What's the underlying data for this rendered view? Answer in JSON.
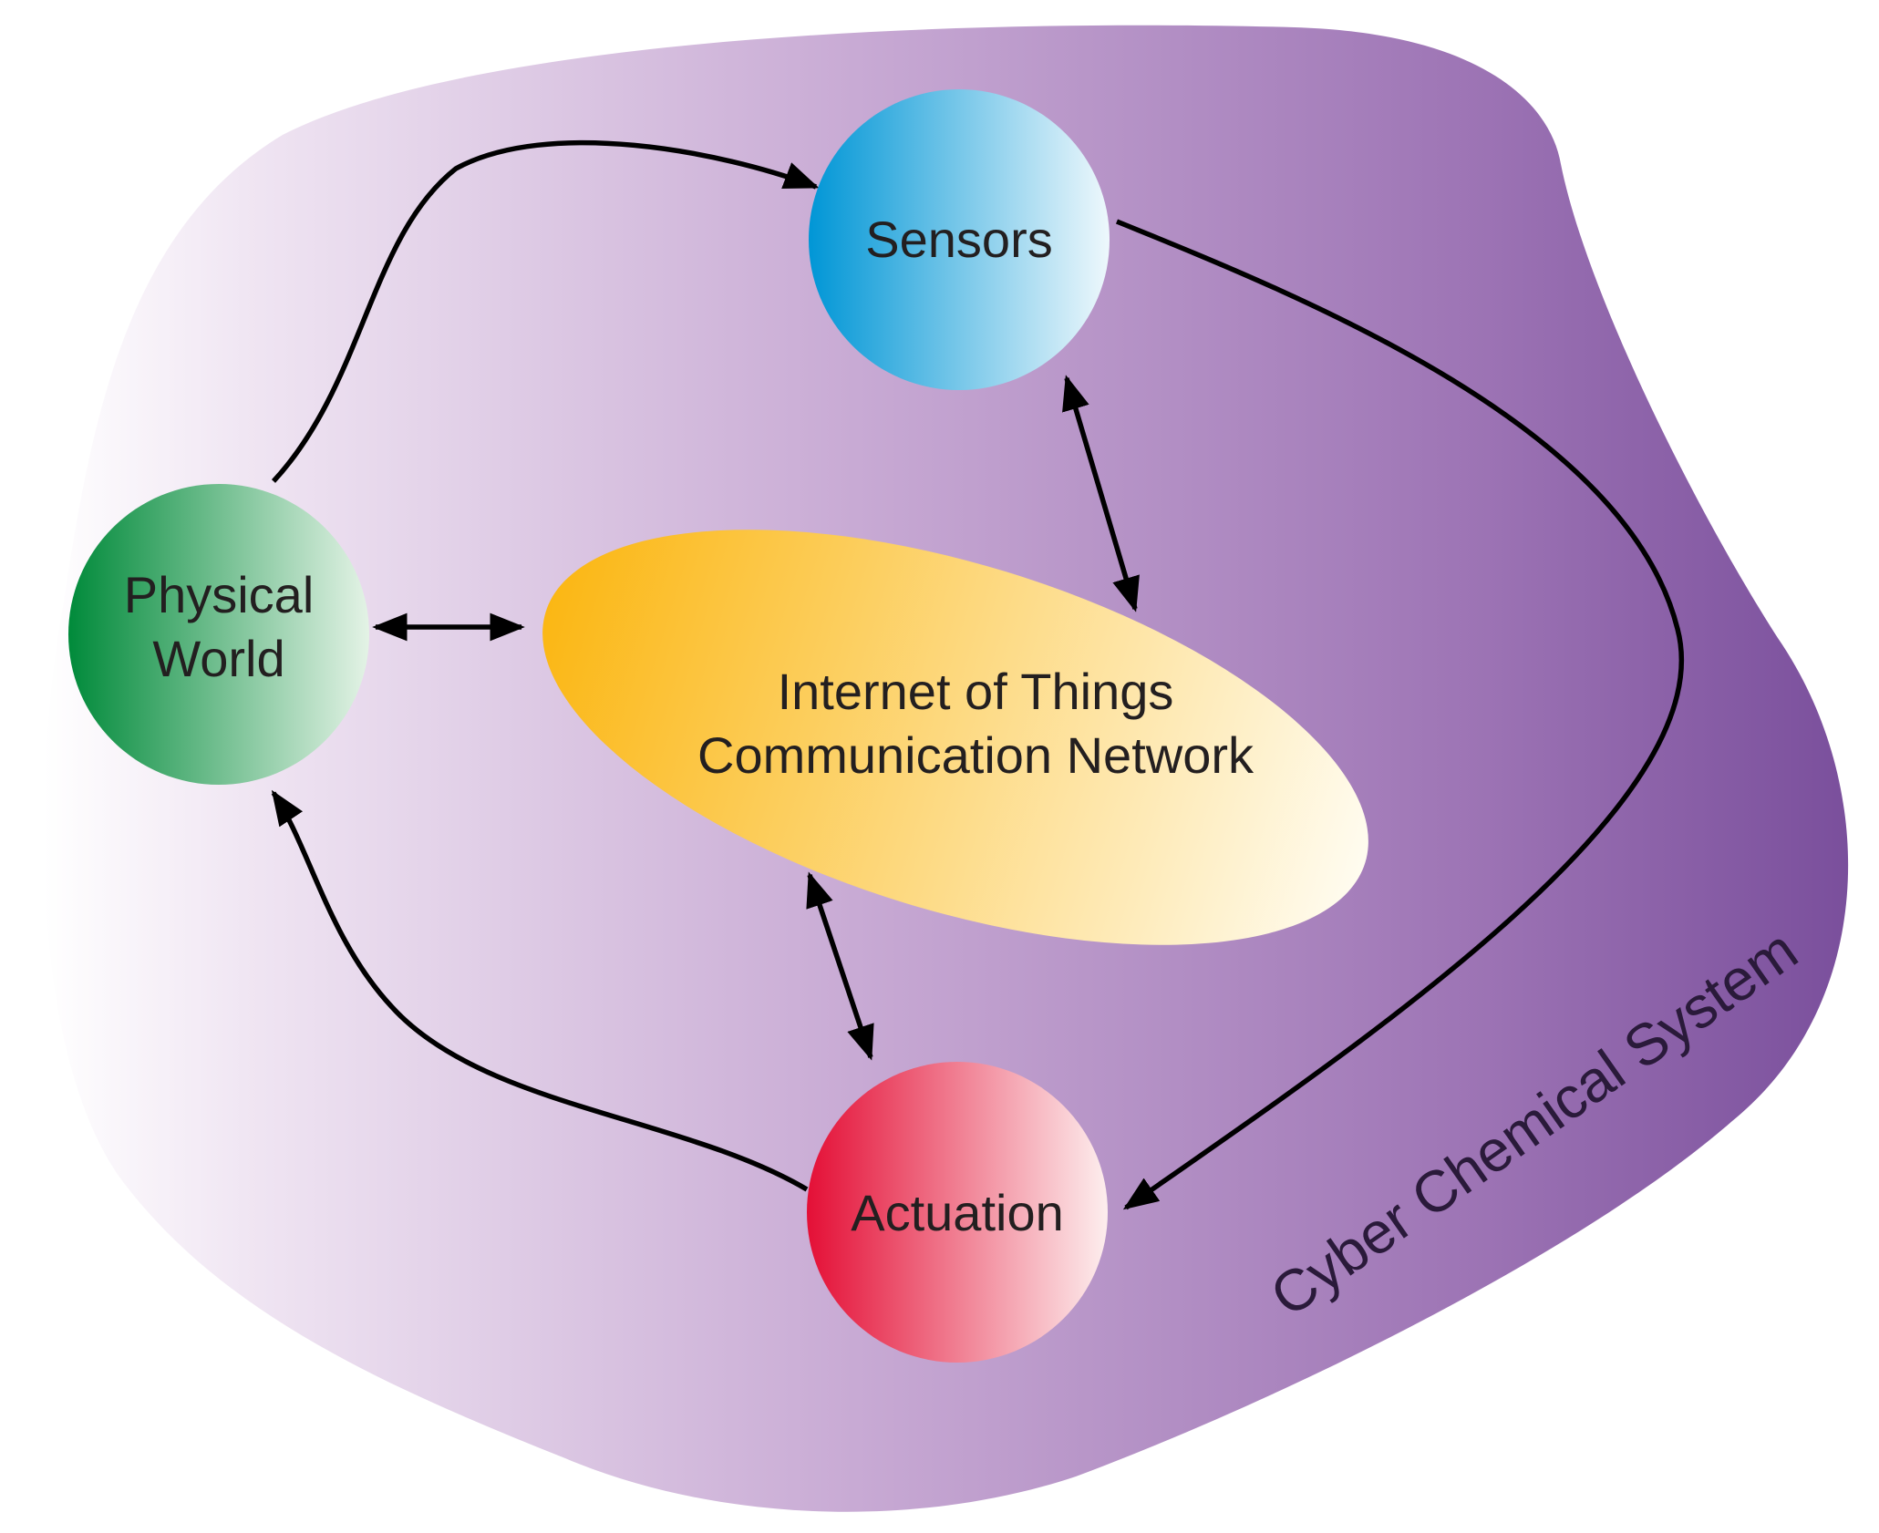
{
  "diagram": {
    "system_label": "Cyber Chemical System",
    "network": {
      "line1": "Internet of Things",
      "line2": "Communication Network"
    },
    "nodes": {
      "physical_world": {
        "line1": "Physical",
        "line2": "World"
      },
      "sensors": {
        "label": "Sensors"
      },
      "actuation": {
        "label": "Actuation"
      }
    }
  },
  "colors": {
    "system_light": "#f7f0f8",
    "system_mid": "#c6a7d2",
    "system_dark": "#7c549f",
    "physical_world": "#0b8a3d",
    "sensors": "#1aa3dc",
    "actuation": "#e8203b",
    "network": "#fbb714",
    "arrow": "#000000"
  }
}
